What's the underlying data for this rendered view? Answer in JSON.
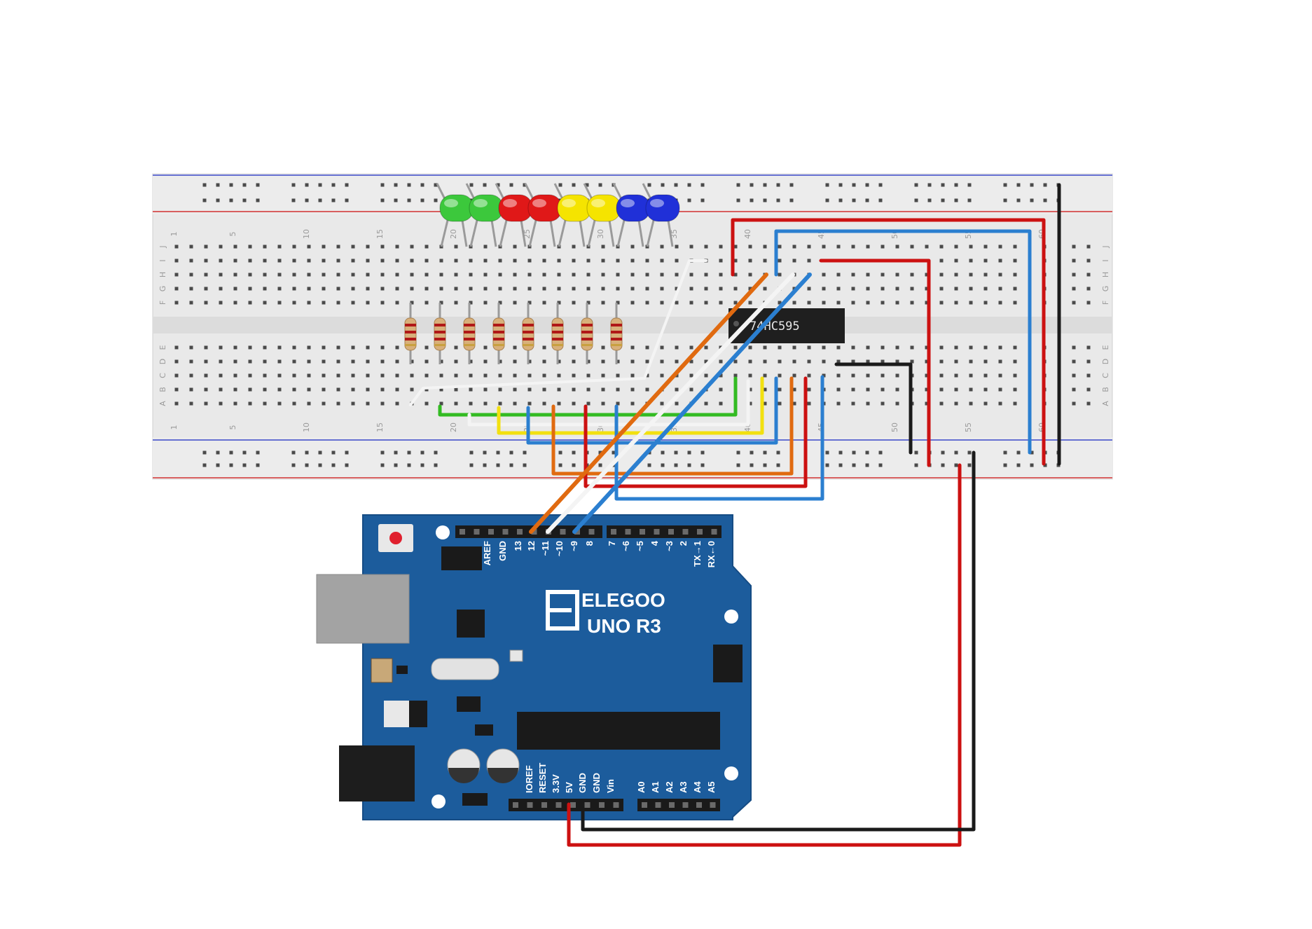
{
  "breadboard": {
    "column_numbers_top": [
      "1",
      "5",
      "10",
      "15",
      "20",
      "25",
      "30",
      "35",
      "40",
      "45",
      "50",
      "55",
      "60"
    ],
    "column_numbers_bottom": [
      "1",
      "5",
      "10",
      "15",
      "20",
      "25",
      "30",
      "35",
      "40",
      "45",
      "50",
      "55",
      "60"
    ],
    "row_letters_upper": [
      "J",
      "I",
      "H",
      "G",
      "F"
    ],
    "row_letters_lower": [
      "E",
      "D",
      "C",
      "B",
      "A"
    ]
  },
  "chip": {
    "label": "74HC595"
  },
  "leds": [
    "green",
    "green",
    "red",
    "red",
    "yellow",
    "yellow",
    "blue",
    "blue"
  ],
  "colors": {
    "board_blue": "#1c5c9c",
    "wire_red": "#cc1111",
    "wire_black": "#1a1a1a",
    "wire_blue": "#2b7fd0",
    "wire_orange": "#e06a10",
    "wire_yellow": "#f2e010",
    "wire_green": "#33bb22",
    "wire_white": "#f4f4f4",
    "led_green": "#3cc83c",
    "led_red": "#e01818",
    "led_yellow": "#f5e400",
    "led_blue": "#2030d8"
  },
  "arduino": {
    "brand": "ELEGOO",
    "model": "UNO R3",
    "digital_pins": [
      "AREF",
      "GND",
      "13",
      "12",
      "~11",
      "~10",
      "~9",
      "8",
      "7",
      "~6",
      "~5",
      "4",
      "~3",
      "2",
      "TX→1",
      "RX←0"
    ],
    "power_pins": [
      "IOREF",
      "RESET",
      "3.3V",
      "5V",
      "GND",
      "GND",
      "Vin"
    ],
    "analog_pins": [
      "A0",
      "A1",
      "A2",
      "A3",
      "A4",
      "A5"
    ]
  }
}
